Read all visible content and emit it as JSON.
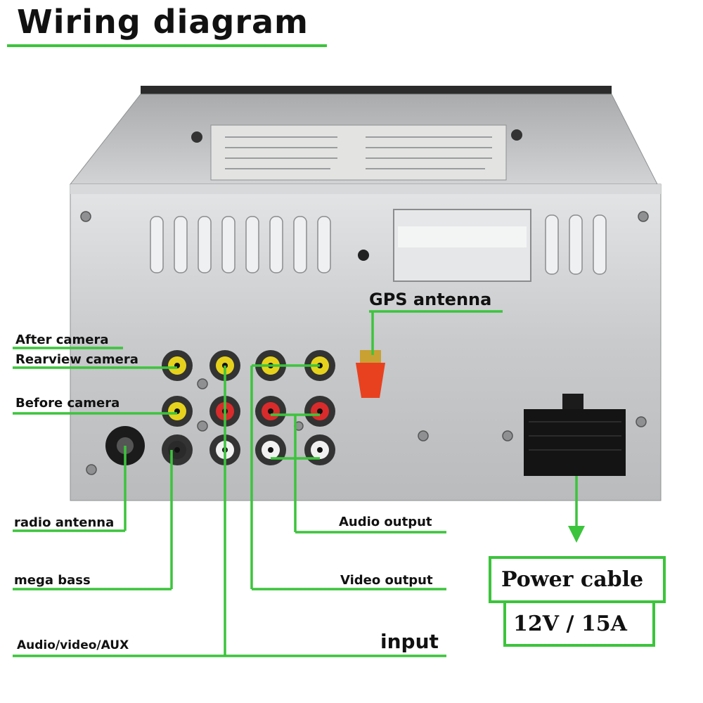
{
  "title": "Wiring diagram",
  "labels": {
    "gps_antenna": "GPS antenna",
    "after_camera": "After camera",
    "rearview_camera": "Rearview camera",
    "before_camera": "Before camera",
    "radio_antenna": "radio antenna",
    "mega_bass": "mega bass",
    "audio_video_aux": "Audio/video/AUX",
    "input": "input",
    "audio_output": "Audio output",
    "video_output": "Video output"
  },
  "power": {
    "title": "Power cable",
    "rating": "12V / 15A"
  },
  "colors": {
    "line": "#3cc43c",
    "panel": "#c9cbcd",
    "rca_yellow": "#e6d21c",
    "rca_red": "#d92b2b",
    "rca_white": "#f1f1f1",
    "gps": "#e8411f"
  },
  "icons": [
    "gps-antenna-connector-icon",
    "rca-jack-icon",
    "radio-antenna-jack-icon",
    "power-connector-icon",
    "arrow-down-icon"
  ]
}
